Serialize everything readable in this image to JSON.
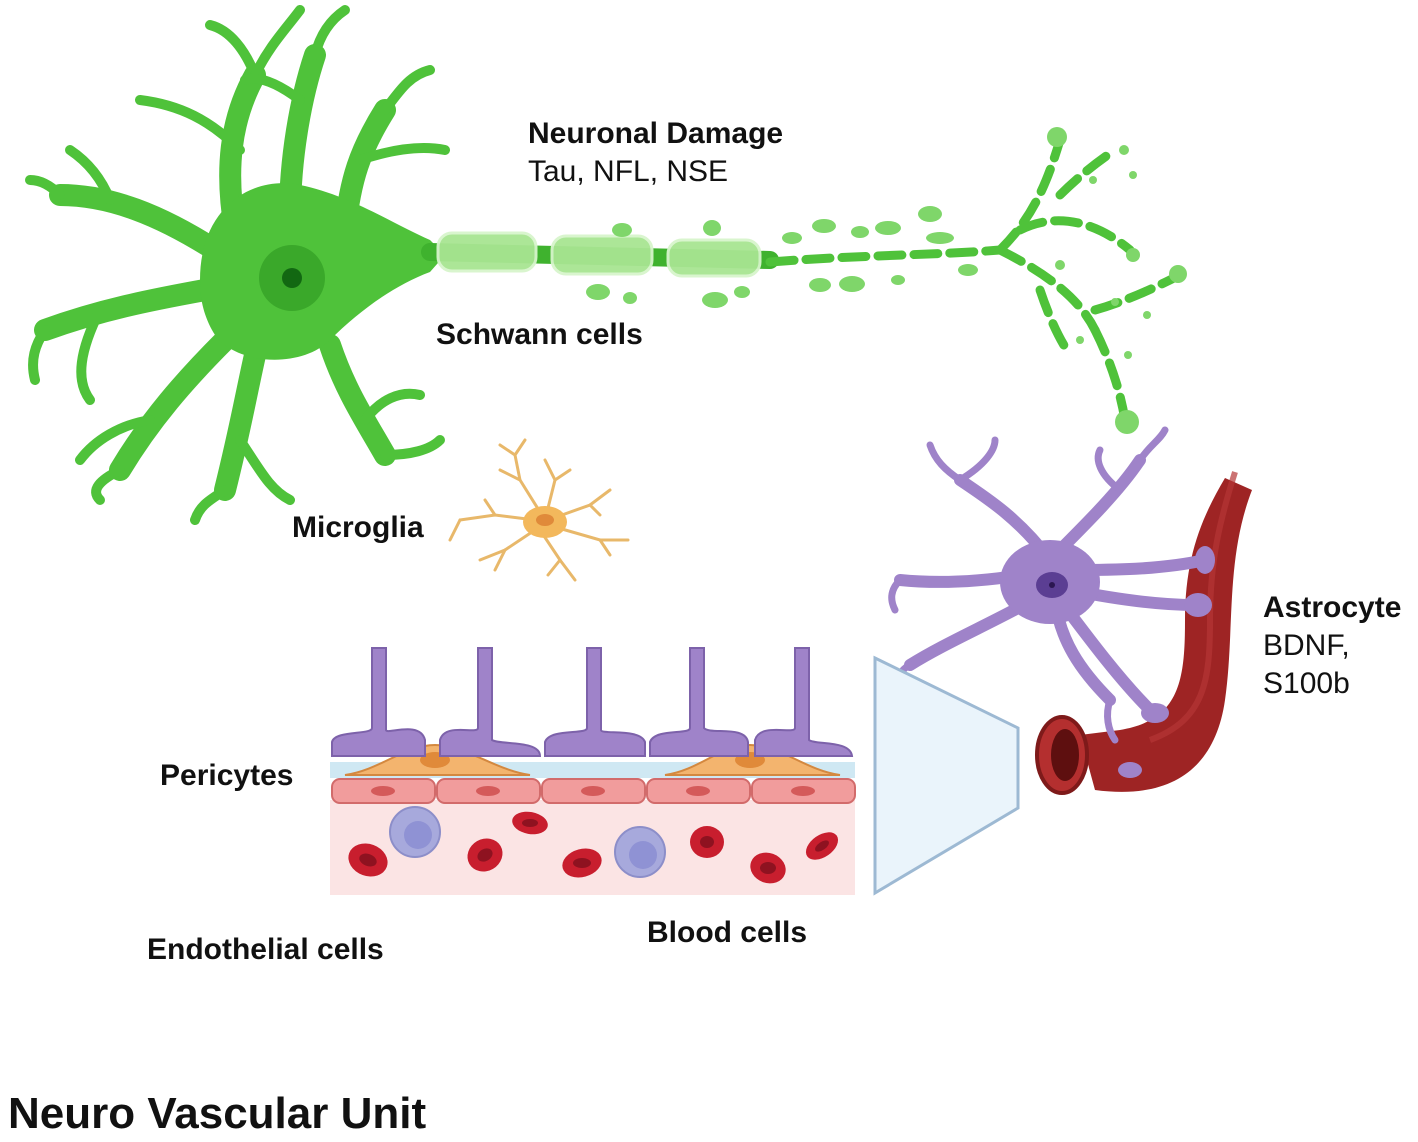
{
  "labels": {
    "neuronal_damage": {
      "title": "Neuronal Damage",
      "markers": "Tau, NFL, NSE"
    },
    "schwann": "Schwann cells",
    "microglia": "Microglia",
    "astrocyte": {
      "title": "Astrocyte",
      "marker_1": "BDNF,",
      "marker_2": "S100b"
    },
    "pericytes": "Pericytes",
    "endothelial": "Endothelial cells",
    "blood": "Blood cells"
  },
  "footer_title": "Neuro Vascular Unit",
  "colors": {
    "neuron": "#4fc23a",
    "neuron_dark": "#2f9b22",
    "myelin": "#a8e592",
    "microglia": "#e8b86a",
    "astrocyte": "#9f83c9",
    "astrocyte_dark": "#5b3e93",
    "vessel": "#9e2424",
    "vessel_dark": "#6b1313",
    "pericyte": "#f3b46e",
    "endothelium": "#f19c9c",
    "lumen": "#fbe4e4",
    "rbc": "#c81e2e",
    "leukocyte": "#a7a9dc",
    "text": "#111111"
  }
}
